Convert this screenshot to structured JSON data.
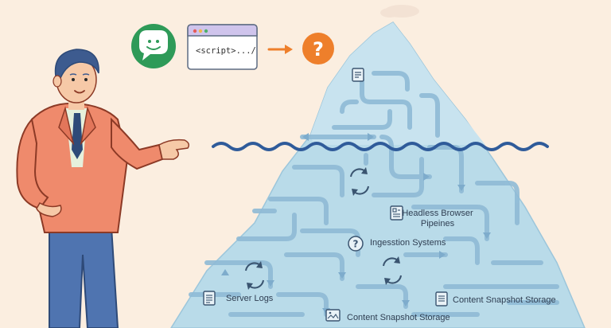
{
  "code_window": {
    "text": "<script>.../"
  },
  "labels": {
    "headless": [
      "Headless Browser",
      "Pipeines"
    ],
    "ingestion": "Ingesstion Systems",
    "server_logs": "Server Logs",
    "snapshot_right": "Content Snapshot Storage",
    "snapshot_bottom": "Content Snapshot Storage"
  },
  "colors": {
    "background": "#fbeee0",
    "iceberg": "#b9dbe9",
    "water_line": "#2f5b9a",
    "chat_badge": "#2e9a58",
    "question_badge": "#ee7f2b",
    "suit": "#ef8a6c",
    "pants": "#4f74b0"
  },
  "icons": [
    "chat-bubble-icon",
    "code-window-icon",
    "arrow-right-icon",
    "question-mark-icon",
    "document-icon",
    "refresh-icon",
    "image-icon"
  ]
}
